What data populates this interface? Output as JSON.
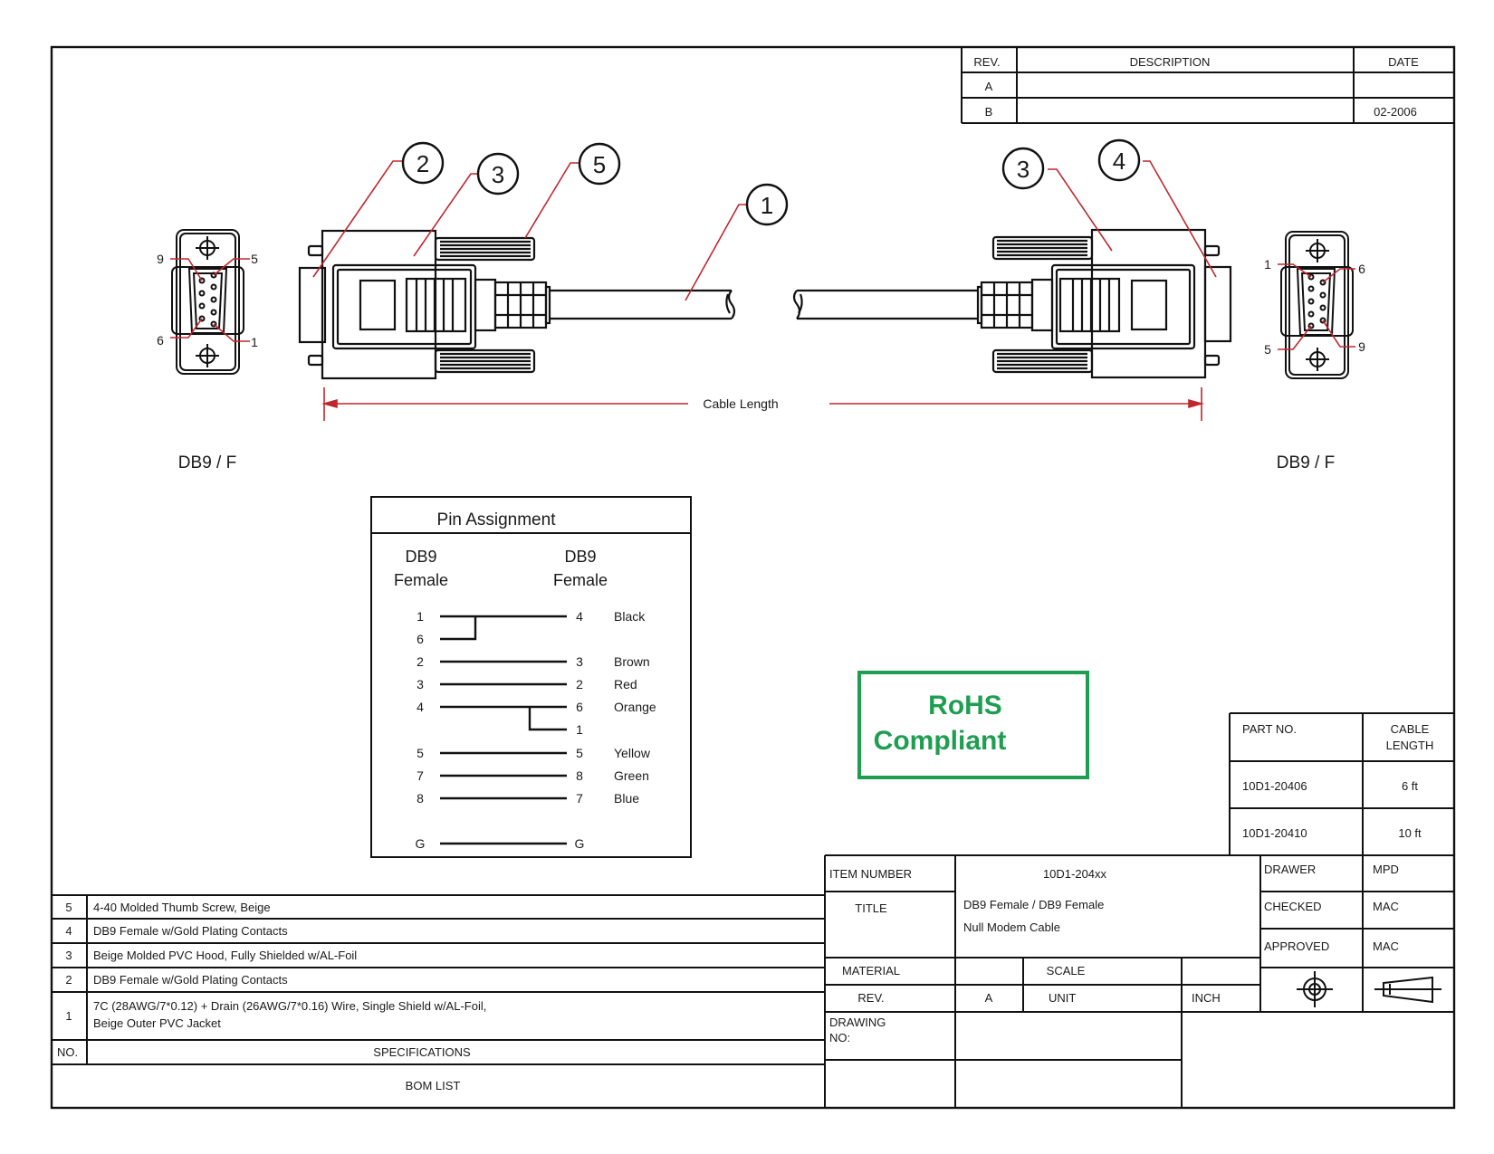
{
  "revision_table": {
    "headers": {
      "rev": "REV.",
      "description": "DESCRIPTION",
      "date": "DATE"
    },
    "rows": [
      {
        "rev": "A",
        "description": "",
        "date": ""
      },
      {
        "rev": "B",
        "description": "",
        "date": "02-2006"
      }
    ]
  },
  "connectors": {
    "left_label": "DB9 / F",
    "right_label": "DB9 / F",
    "left_pins": {
      "top_left": "9",
      "top_right": "5",
      "bottom_left": "6",
      "bottom_right": "1"
    },
    "right_pins": {
      "top_left": "1",
      "top_right": "6",
      "bottom_left": "5",
      "bottom_right": "9"
    },
    "cable_length_label": "Cable Length"
  },
  "balloons": {
    "b1": "1",
    "b2": "2",
    "b3_left": "3",
    "b5": "5",
    "b3_right": "3",
    "b4": "4"
  },
  "pin_assignment": {
    "title": "Pin Assignment",
    "left_header": [
      "DB9",
      "Female"
    ],
    "right_header": [
      "DB9",
      "Female"
    ],
    "rows": [
      {
        "left": "1",
        "right": "4",
        "color": "Black"
      },
      {
        "left": "6",
        "right": "",
        "color": ""
      },
      {
        "left": "2",
        "right": "3",
        "color": "Brown"
      },
      {
        "left": "3",
        "right": "2",
        "color": "Red"
      },
      {
        "left": "4",
        "right": "6",
        "color": "Orange"
      },
      {
        "left": "",
        "right": "1",
        "color": ""
      },
      {
        "left": "5",
        "right": "5",
        "color": "Yellow"
      },
      {
        "left": "7",
        "right": "8",
        "color": "Green"
      },
      {
        "left": "8",
        "right": "7",
        "color": "Blue"
      },
      {
        "left": "G",
        "right": "G",
        "color": ""
      }
    ]
  },
  "rohs": {
    "line1": "RoHS",
    "line2": "Compliant",
    "color": "#1f9e52"
  },
  "part_table": {
    "headers": {
      "part_no": "PART NO.",
      "cable_length": [
        "CABLE",
        "LENGTH"
      ]
    },
    "rows": [
      {
        "part_no": "10D1-20406",
        "length": "6 ft"
      },
      {
        "part_no": "10D1-20410",
        "length": "10 ft"
      }
    ]
  },
  "bom": {
    "items": [
      {
        "no": "5",
        "spec": [
          "4-40 Molded Thumb Screw, Beige"
        ]
      },
      {
        "no": "4",
        "spec": [
          "DB9 Female w/Gold Plating Contacts"
        ]
      },
      {
        "no": "3",
        "spec": [
          "Beige Molded PVC Hood, Fully Shielded w/AL-Foil"
        ]
      },
      {
        "no": "2",
        "spec": [
          "DB9 Female w/Gold Plating Contacts"
        ]
      },
      {
        "no": "1",
        "spec": [
          "7C (28AWG/7*0.12) + Drain (26AWG/7*0.16) Wire, Single Shield w/AL-Foil,",
          "Beige Outer PVC Jacket"
        ]
      }
    ],
    "no_header": "NO.",
    "spec_header": "SPECIFICATIONS",
    "footer": "BOM LIST"
  },
  "title_block": {
    "item_number_label": "ITEM NUMBER",
    "item_number": "10D1-204xx",
    "title_label": "TITLE",
    "title_lines": [
      "DB9 Female / DB9 Female",
      "Null Modem Cable"
    ],
    "drawer_label": "DRAWER",
    "drawer": "MPD",
    "checked_label": "CHECKED",
    "checked": "MAC",
    "approved_label": "APPROVED",
    "approved": "MAC",
    "material_label": "MATERIAL",
    "material": "",
    "scale_label": "SCALE",
    "scale": "",
    "rev_label": "REV.",
    "rev": "A",
    "unit_label": "UNIT",
    "unit": "INCH",
    "drawing_no_label": [
      "DRAWING",
      "NO:"
    ],
    "drawing_no": ""
  },
  "accent_color": "#c0272d"
}
